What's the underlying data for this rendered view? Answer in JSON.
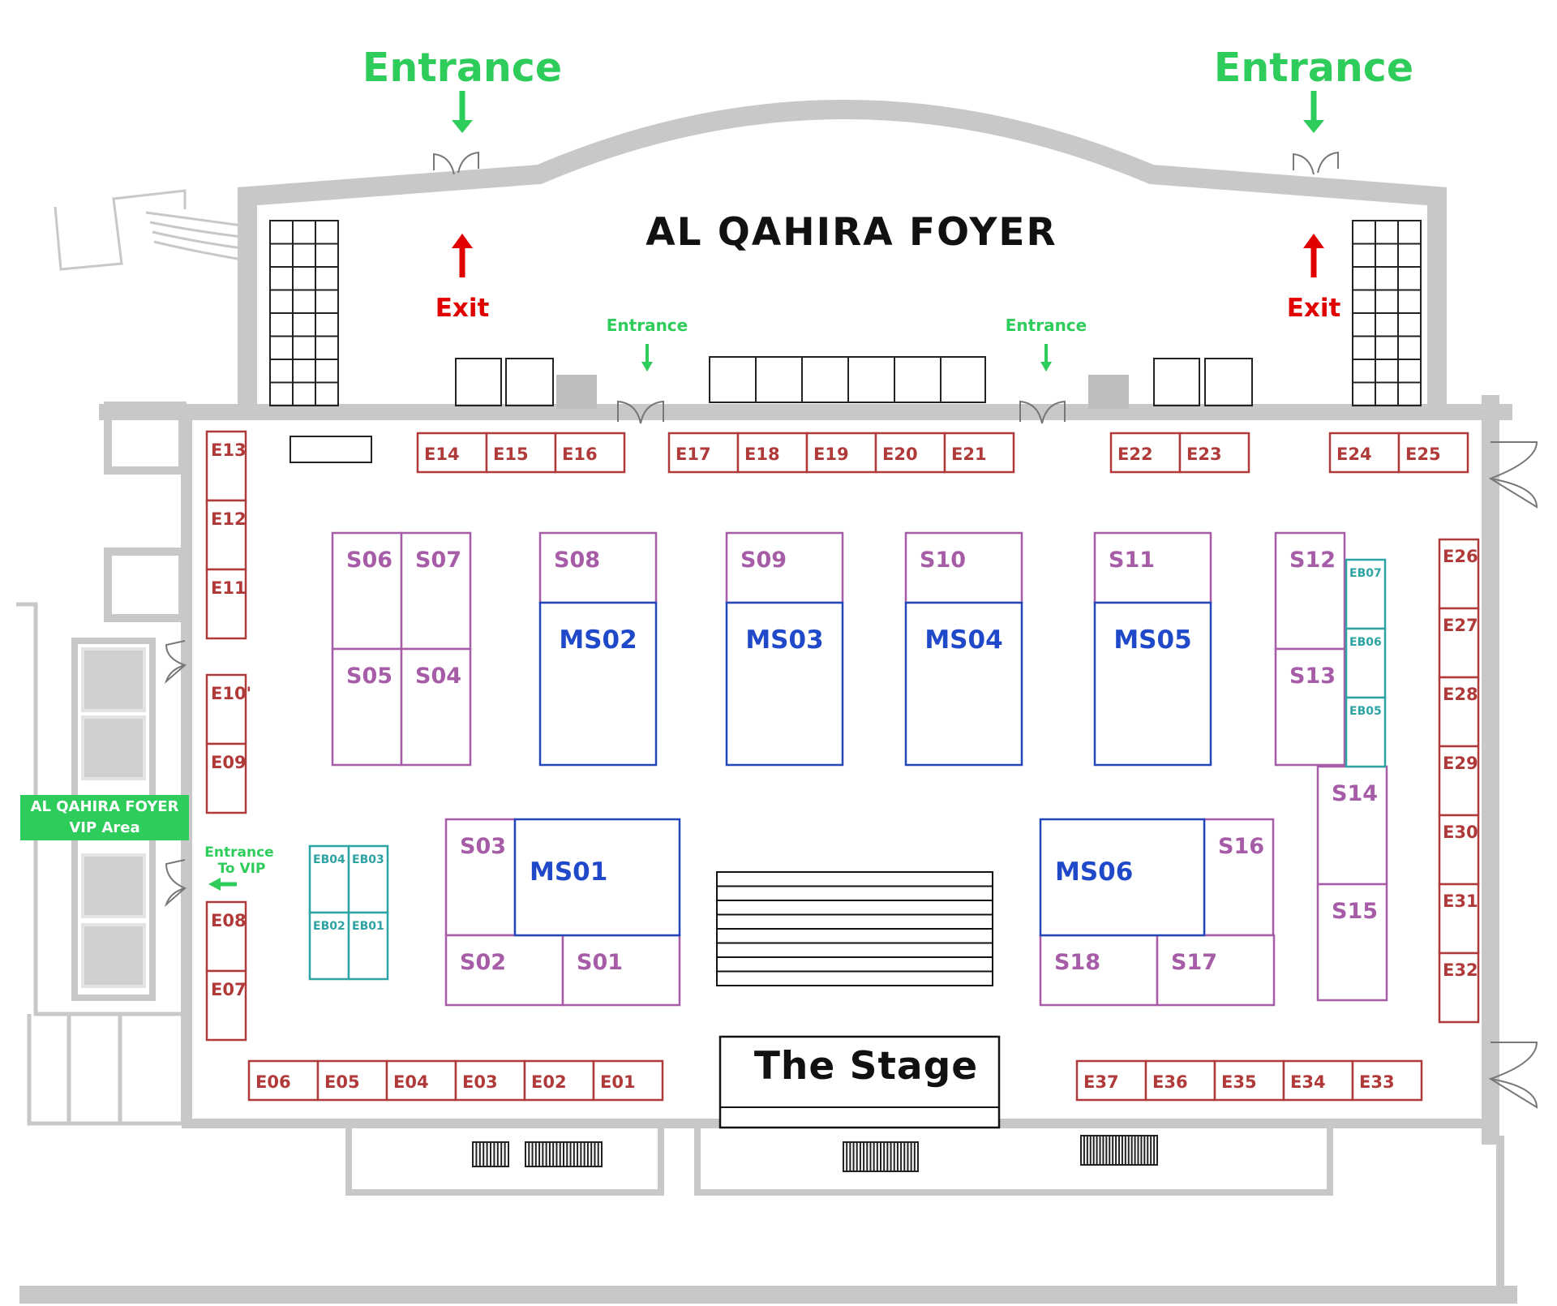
{
  "title": "AL QAHIRA FOYER",
  "stage_label": "The Stage",
  "vip": {
    "line1": "AL QAHIRA FOYER",
    "line2": "VIP Area"
  },
  "entrance_big": "Entrance",
  "entrance_small": "Entrance",
  "exit_label": "Exit",
  "entrance_vip": {
    "line1": "Entrance",
    "line2": "To VIP"
  },
  "colors": {
    "e_booth": "#b03a3a",
    "s_booth": "#a65ca6",
    "ms_booth": "#2247b8",
    "eb_booth": "#2ea3a3",
    "entrance": "#2ecc5a",
    "exit": "#e00000",
    "vip_bg": "#2ecc5a",
    "wall": "#c8c8c8"
  },
  "booths": {
    "e_top": [
      "E14",
      "E15",
      "E16",
      "E17",
      "E18",
      "E19",
      "E20",
      "E21",
      "E22",
      "E23",
      "E24",
      "E25"
    ],
    "e_left": [
      "E13",
      "E12",
      "E11",
      "E10'",
      "E09",
      "E08",
      "E07"
    ],
    "e_right": [
      "E26",
      "E27",
      "E28",
      "E29",
      "E30",
      "E31",
      "E32"
    ],
    "e_bottom": [
      "E06",
      "E05",
      "E04",
      "E03",
      "E02",
      "E01",
      "E37",
      "E36",
      "E35",
      "E34",
      "E33"
    ],
    "s": [
      "S06",
      "S07",
      "S05",
      "S04",
      "S08",
      "S09",
      "S10",
      "S11",
      "S12",
      "S13",
      "S14",
      "S15",
      "S03",
      "S02",
      "S01",
      "S16",
      "S18",
      "S17"
    ],
    "ms": [
      "MS02",
      "MS03",
      "MS04",
      "MS05",
      "MS01",
      "MS06"
    ],
    "eb": [
      "EB07",
      "EB06",
      "EB05",
      "EB04",
      "EB03",
      "EB02",
      "EB01"
    ]
  }
}
